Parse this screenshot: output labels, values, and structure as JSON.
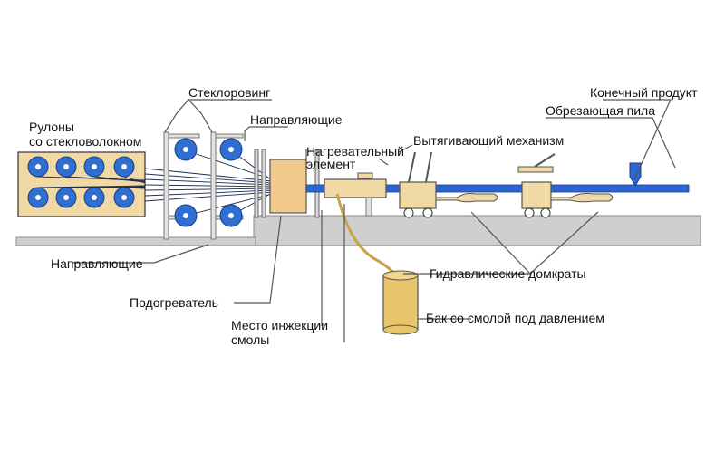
{
  "labels": {
    "rolls_line1": "Рулоны",
    "rolls_line2": "со стекловолокном",
    "roving": "Стеклоровинг",
    "guides_top": "Направляющие",
    "heating_line1": "Нагревательный",
    "heating_line2": "элемент",
    "pulling": "Вытягивающий механизм",
    "final_product": "Конечный продукт",
    "cutting_saw": "Обрезающая пила",
    "guides_bottom": "Направляющие",
    "hydraulic_jacks": "Гидравлические домкраты",
    "preheater": "Подогреватель",
    "injection_line1": "Место инжекции",
    "injection_line2": "смолы",
    "resin_tank": "Бак со смолой под давлением"
  },
  "colors": {
    "reel_blue": "#2f6fd1",
    "product_blue": "#2a66d6",
    "beige": "#f1d9a6",
    "tank": "#e8c46a",
    "base_gray": "#cfcfcf",
    "frame_gray": "#9a9a9a"
  }
}
